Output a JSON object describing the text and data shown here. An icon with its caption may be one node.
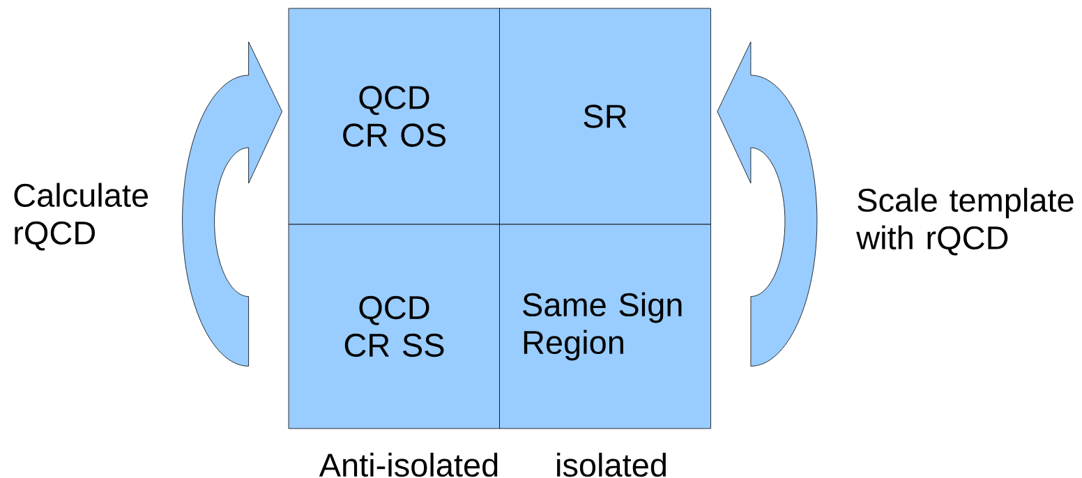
{
  "diagram": {
    "nodes": [
      {
        "text": [
          "QCD CR OS"
        ]
      },
      {
        "text": [
          "SR"
        ]
      },
      {
        "text": [
          "QCD CR SS"
        ]
      },
      {
        "text": [
          "Same Sign Region"
        ]
      }
    ],
    "edges": [
      {
        "from": 2,
        "to": 0,
        "arrow": "to",
        "label": "Calculate rQCD"
      },
      {
        "from": 3,
        "to": 1,
        "arrow": "to",
        "label": "Scale template with rQCD"
      }
    ],
    "labels": [
      "Anti-isolated",
      "isolated"
    ]
  }
}
